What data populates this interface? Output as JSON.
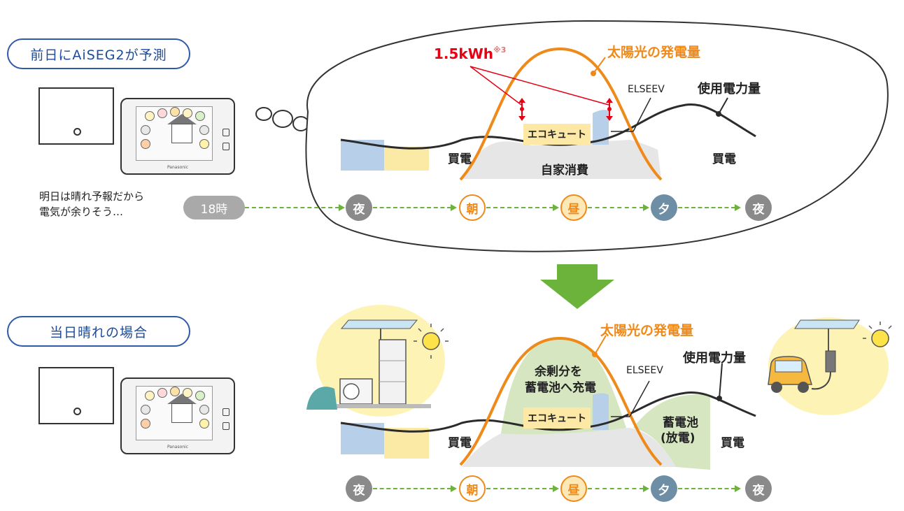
{
  "top_section": {
    "pill_title": "前日にAiSEG2が予測",
    "forecast_text_line1": "明日は晴れ予報だから",
    "forecast_text_line2": "電気が余りそう…",
    "start_time": "18時",
    "kwh_label": "1.5kWh",
    "kwh_note": "※3",
    "solar_label": "太陽光の発電量",
    "elseev_label": "ELSEEV",
    "usage_label": "使用電力量",
    "buy_left": "買電",
    "buy_right": "買電",
    "self_consumption": "自家消費",
    "ecocute": "エコキュート",
    "timeline": [
      "夜",
      "朝",
      "昼",
      "夕",
      "夜"
    ]
  },
  "bottom_section": {
    "pill_title": "当日晴れの場合",
    "solar_label": "太陽光の発電量",
    "charge_line1": "余剰分を",
    "charge_line2": "蓄電池へ充電",
    "elseev_label": "ELSEEV",
    "usage_label": "使用電力量",
    "battery_line1": "蓄電池",
    "battery_line2": "(放電)",
    "buy_left": "買電",
    "buy_right": "買電",
    "ecocute": "エコキュート",
    "timeline": [
      "夜",
      "朝",
      "昼",
      "夕",
      "夜"
    ]
  },
  "device_brand": "Panasonic",
  "colors": {
    "solar_curve": "#ef8a1a",
    "usage_curve": "#2b2b2b",
    "arrow_green": "#6bb33a",
    "night_blue": "#b7cfe8",
    "dawn_yellow": "#fbeaa6",
    "self_gray": "#e6e6e6",
    "charge_green": "#d6e6c0",
    "accent_red": "#e60012"
  }
}
